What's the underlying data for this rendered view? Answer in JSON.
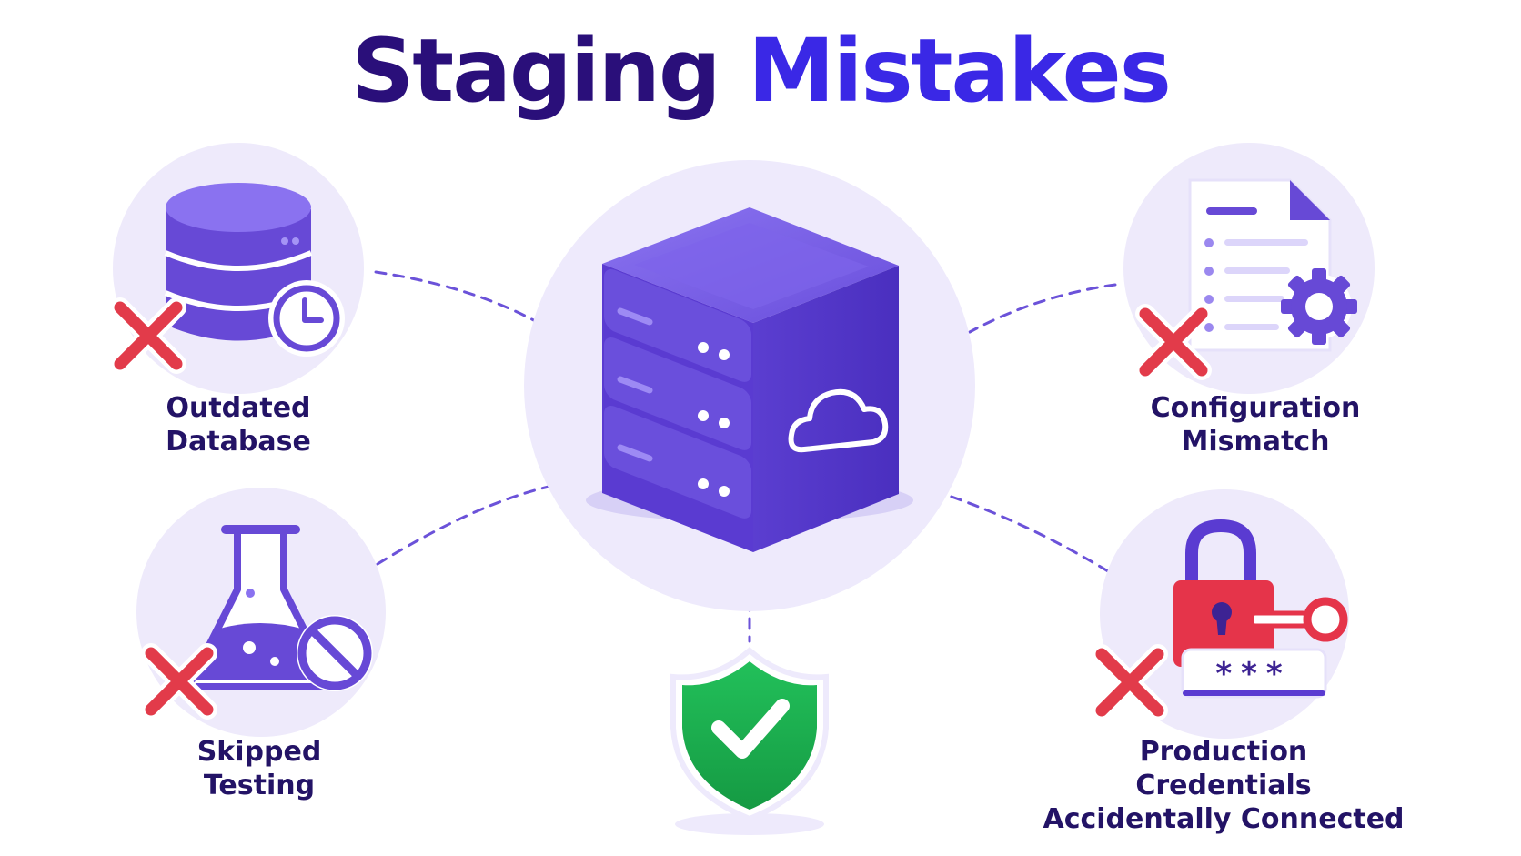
{
  "title": {
    "part1": "Staging",
    "part2": "Mistakes"
  },
  "colors": {
    "title_dark": "#2a0f7a",
    "title_accent": "#3a28e6",
    "purple": "#6547d6",
    "circle_bg": "#ede9fb",
    "error_red": "#e23b4a",
    "success_green": "#1fae4b",
    "connector": "#6b52d9"
  },
  "items": [
    {
      "icon": "outdated-database-icon",
      "label_lines": [
        "Outdated",
        "Database"
      ]
    },
    {
      "icon": "configuration-mismatch-icon",
      "label_lines": [
        "Configuration",
        "Mismatch"
      ]
    },
    {
      "icon": "skipped-testing-icon",
      "label_lines": [
        "Skipped",
        "Testing"
      ]
    },
    {
      "icon": "production-credentials-icon",
      "label_lines": [
        "Production",
        "Credentials",
        "Accidentally Connected"
      ]
    }
  ],
  "center": {
    "icon": "cloud-server-icon"
  },
  "bottom": {
    "icon": "shield-check-icon"
  },
  "lock_code": "***"
}
